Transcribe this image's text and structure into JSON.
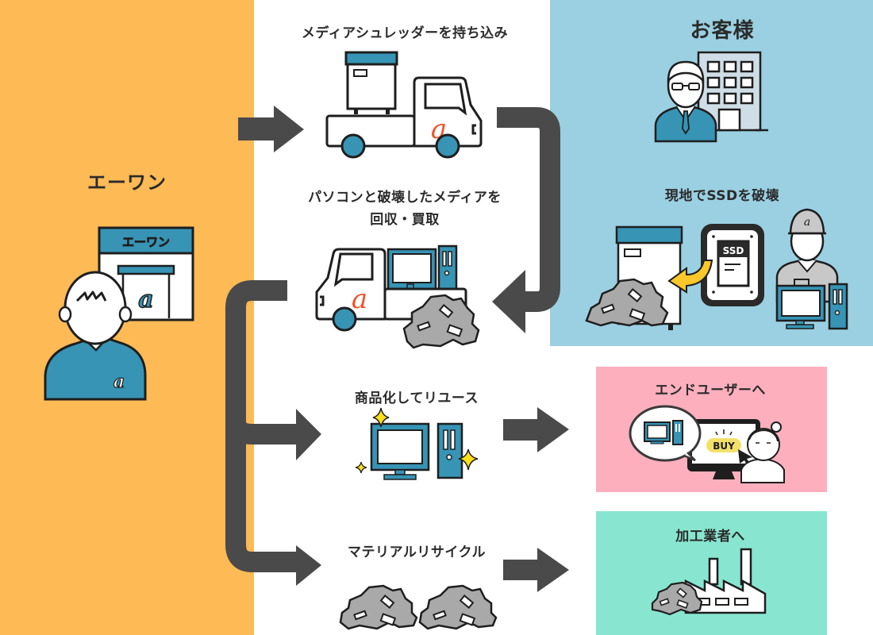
{
  "colors": {
    "aone_bg": "#FDBA55",
    "customer_bg": "#9AD0E1",
    "enduser_bg": "#FDAFBD",
    "processor_bg": "#88E6D0",
    "arrow": "#4A4A4A",
    "teal": "#3794B5",
    "logo_red": "#F0522A",
    "sparkle": "#FFE01A",
    "rubble": "#A9A9A9"
  },
  "aone": {
    "title": "エーワン",
    "shop_sign": "エーワン",
    "logo_glyph": "a"
  },
  "customer": {
    "title": "お客様",
    "onsite_label": "現地でSSDを破壊",
    "ssd_label": "SSD"
  },
  "steps": {
    "bring_shredder": "メディアシュレッダーを持ち込み",
    "collect_line1": "パソコンと破壊したメディアを",
    "collect_line2": "回収・買取",
    "reuse": "商品化してリユース",
    "recycle": "マテリアルリサイクル"
  },
  "destinations": {
    "enduser": "エンドユーザーへ",
    "buy_label": "BUY",
    "processor": "加工業者へ"
  }
}
